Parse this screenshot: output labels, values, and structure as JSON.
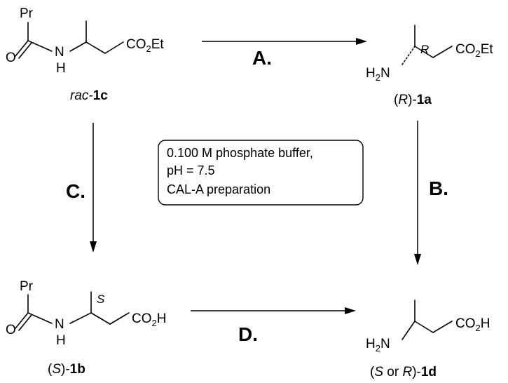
{
  "compounds": {
    "c1c": {
      "prefix": "rac-",
      "label": "1c",
      "substituent": "Pr",
      "atom_n": "N",
      "atom_h": "H",
      "atom_o": "O",
      "ester": {
        "co": "CO",
        "two": "2",
        "et": "Et"
      }
    },
    "c1a": {
      "open": "(",
      "stereo": "R",
      "close": ")-",
      "label": "1a",
      "center": "R",
      "amine": {
        "h": "H",
        "two": "2",
        "n": "N"
      },
      "ester": {
        "co": "CO",
        "two": "2",
        "et": "Et"
      }
    },
    "c1b": {
      "open": "(",
      "stereo": "S",
      "close": ")-",
      "label": "1b",
      "center": "S",
      "substituent": "Pr",
      "atom_n": "N",
      "atom_h": "H",
      "atom_o": "O",
      "acid": {
        "co": "CO",
        "two": "2",
        "h": "H"
      }
    },
    "c1d": {
      "open": "(",
      "stereo": "S",
      "or": " or ",
      "stereo2": "R",
      "close": ")-",
      "label": "1d",
      "amine": {
        "h": "H",
        "two": "2",
        "n": "N"
      },
      "acid": {
        "co": "CO",
        "two": "2",
        "h": "H"
      }
    }
  },
  "steps": {
    "a": "A.",
    "b": "B.",
    "c": "C.",
    "d": "D."
  },
  "conditions": [
    "0.100 M phosphate buffer,",
    "pH = 7.5",
    "CAL-A preparation"
  ]
}
